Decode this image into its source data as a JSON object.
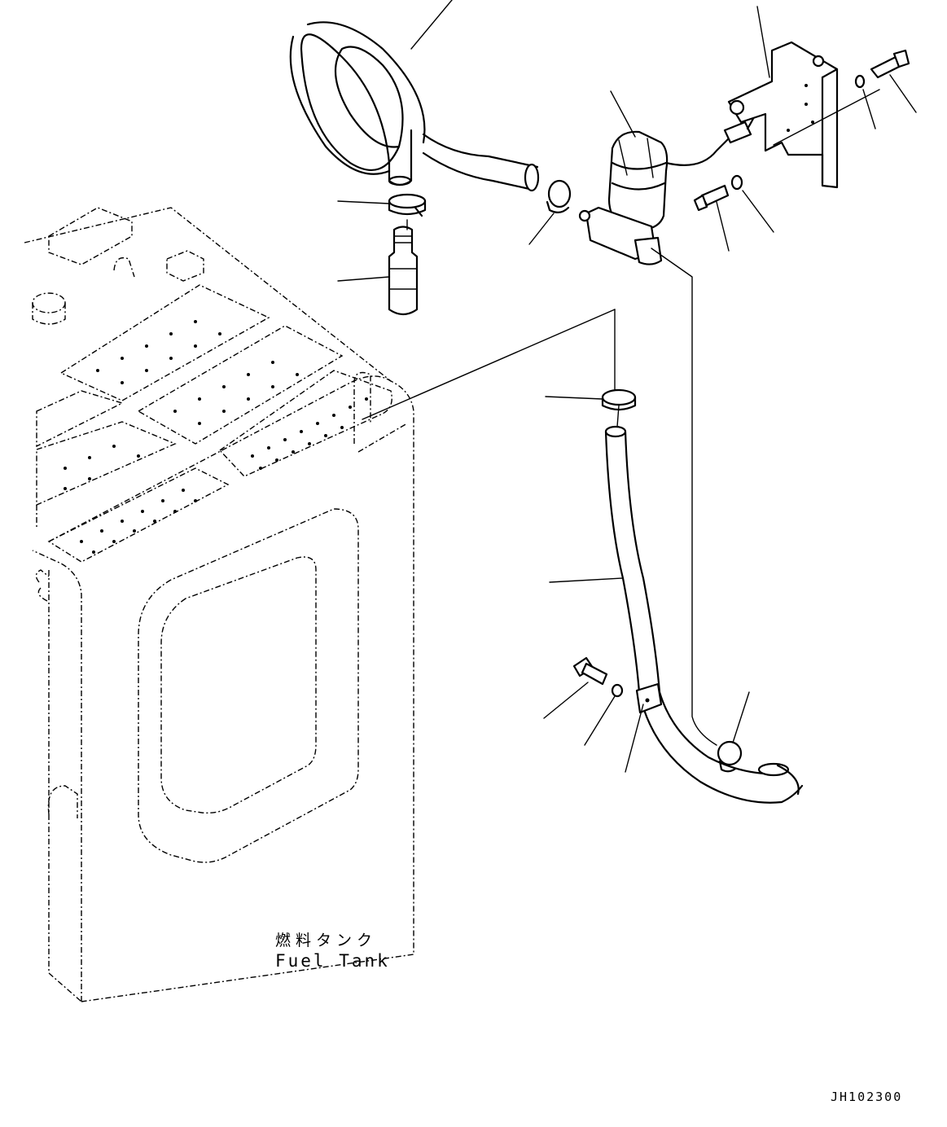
{
  "labels": {
    "fuel_tank_jp": "燃料タンク",
    "fuel_tank_en": "Fuel Tank",
    "drawing_id": "JH102300"
  }
}
